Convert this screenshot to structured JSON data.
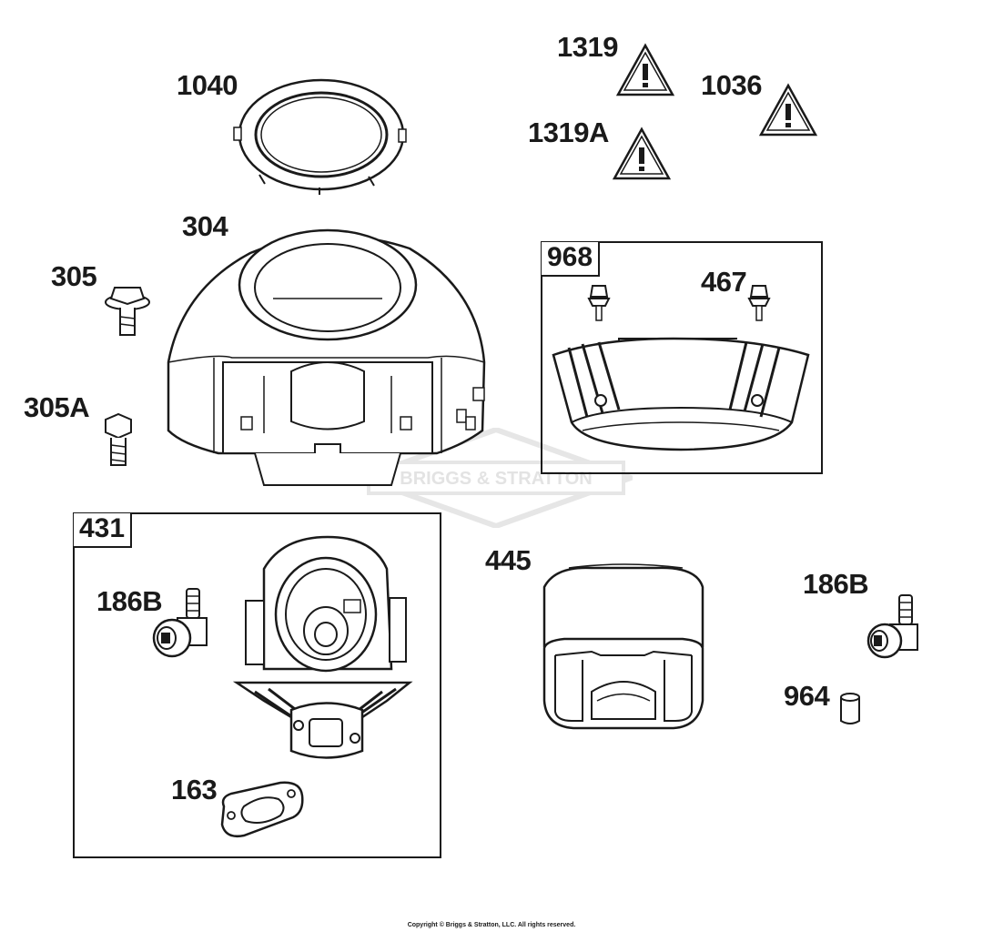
{
  "diagram": {
    "labels": {
      "p1040": "1040",
      "p1319": "1319",
      "p1319a": "1319A",
      "p1036": "1036",
      "p304": "304",
      "p305": "305",
      "p305a": "305A",
      "p968": "968",
      "p467": "467",
      "p431": "431",
      "p186b_left": "186B",
      "p163": "163",
      "p445": "445",
      "p186b_right": "186B",
      "p964": "964"
    },
    "watermark": "BRIGGS & STRATTON",
    "copyright": "Copyright © Briggs & Stratton, LLC. All rights reserved."
  },
  "colors": {
    "line": "#1a1a1a",
    "shade": "#cfcfcf",
    "watermark": "#e6e6e6"
  },
  "icons": [
    "warning-triangle-icon"
  ]
}
